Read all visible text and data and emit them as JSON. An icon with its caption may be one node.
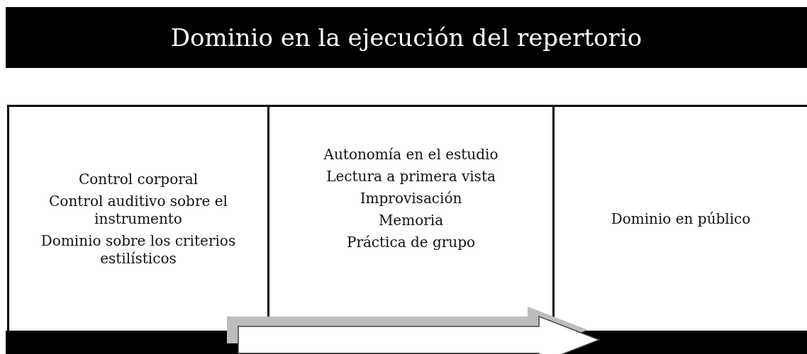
{
  "diagram": {
    "title": "Dominio en la ejecución del repertorio",
    "nodes": [
      {
        "text": [
          "Control corporal",
          "Control auditivo sobre el instrumento",
          "Dominio sobre los criterios estilísticos"
        ]
      },
      {
        "text": [
          "Autonomía en el estudio",
          "Lectura a primera vista",
          "Improvisación",
          "Memoria",
          "Práctica de grupo"
        ]
      },
      {
        "text": [
          "Dominio en público"
        ]
      }
    ],
    "edges": [
      {
        "from": 0,
        "to": 2,
        "arrow": "to",
        "style": "thick"
      }
    ]
  }
}
